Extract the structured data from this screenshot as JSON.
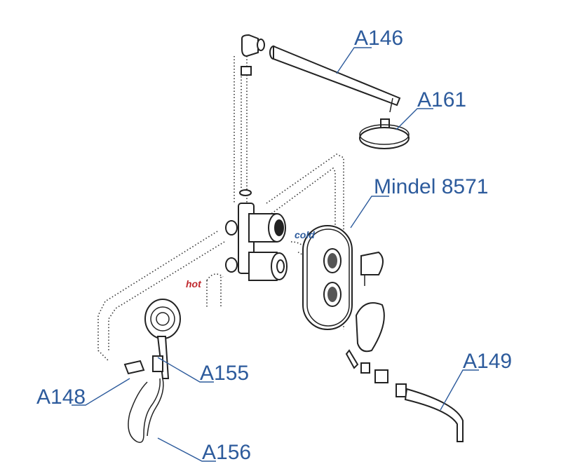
{
  "labels": {
    "a146": "A146",
    "a161": "A161",
    "mindel": "Mindel 8571",
    "cold": "cold",
    "hot": "hot",
    "a155": "A155",
    "a148": "A148",
    "a149": "A149",
    "a156": "A156"
  },
  "colors": {
    "label": "#2d5b9c",
    "hot": "#c0282d",
    "cold": "#2d5b9c"
  }
}
